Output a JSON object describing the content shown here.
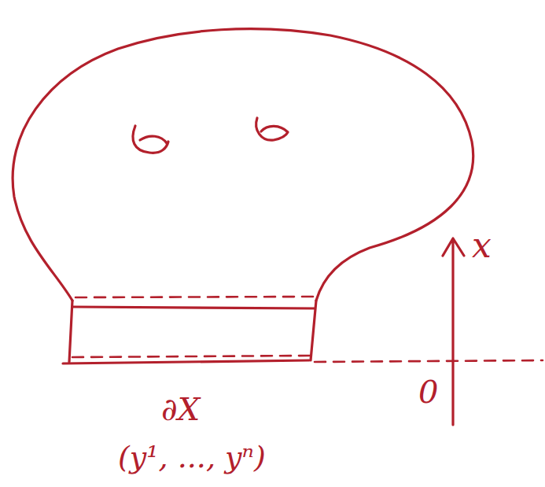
{
  "diagram": {
    "labels": [
      "x",
      "0",
      "∂X",
      "(y¹, ..., yⁿ)"
    ]
  }
}
